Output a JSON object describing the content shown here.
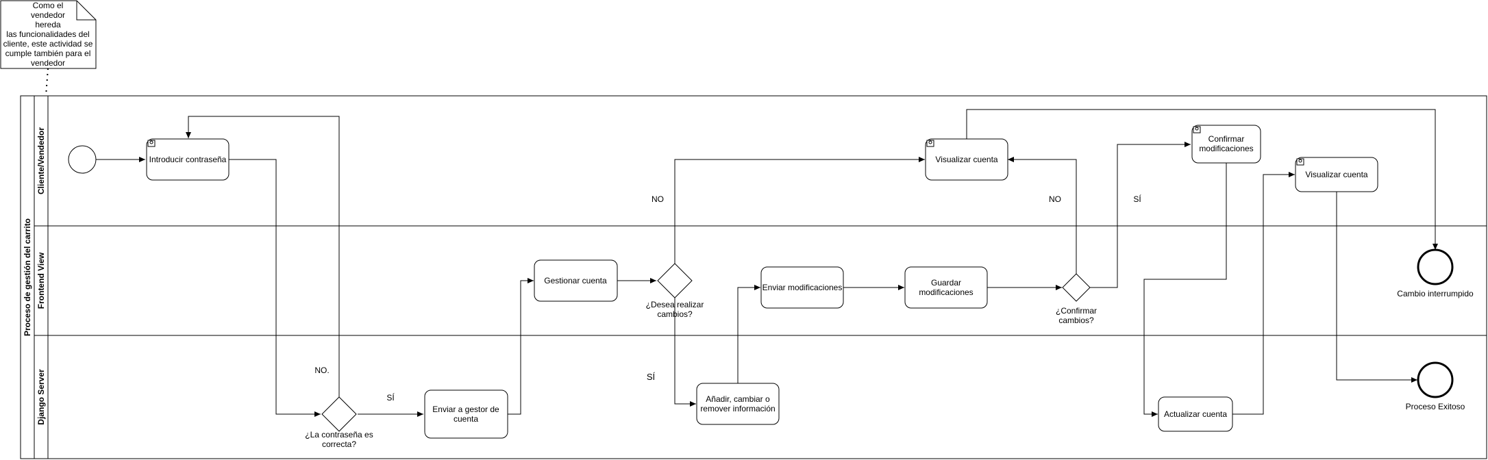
{
  "pool": {
    "title": "Proceso de gestión del carrito",
    "lanes": [
      "Cliente/Vendedor",
      "Frontend View",
      "Django Server"
    ]
  },
  "note": {
    "lines": [
      "Como el",
      "vendedor",
      "hereda",
      "las funcionalidades del",
      "cliente, este actividad se",
      "cumple también para el",
      "vendedor"
    ]
  },
  "tasks": {
    "introducir": [
      "Introducir contraseña"
    ],
    "enviar_gestor": [
      "Enviar a gestor de",
      "cuenta"
    ],
    "gestionar": [
      "Gestionar cuenta"
    ],
    "anadir": [
      "Añadir, cambiar o",
      "remover información"
    ],
    "enviar_mod": [
      "Enviar modificaciones"
    ],
    "guardar": [
      "Guardar",
      "modificaciones"
    ],
    "visualizar1": [
      "Visualizar cuenta"
    ],
    "confirmar_mod": [
      "Confirmar",
      "modificaciones"
    ],
    "visualizar2": [
      "Visualizar cuenta"
    ],
    "actualizar": [
      "Actualizar cuenta"
    ]
  },
  "gateways": {
    "contrasena": [
      "¿La contraseña es",
      "correcta?"
    ],
    "desea": [
      "¿Desea realizar",
      "cambios?"
    ],
    "confirmar": [
      "¿Confirmar",
      "cambios?"
    ]
  },
  "edge_labels": {
    "no_pass": "NO.",
    "si_pass": "SÍ",
    "no_desea": "NO",
    "si_desea": "SÍ",
    "no_confirm": "NO",
    "si_confirm": "SÍ"
  },
  "end_events": {
    "interrupted": "Cambio interrumpido",
    "success": "Proceso Exitoso"
  }
}
